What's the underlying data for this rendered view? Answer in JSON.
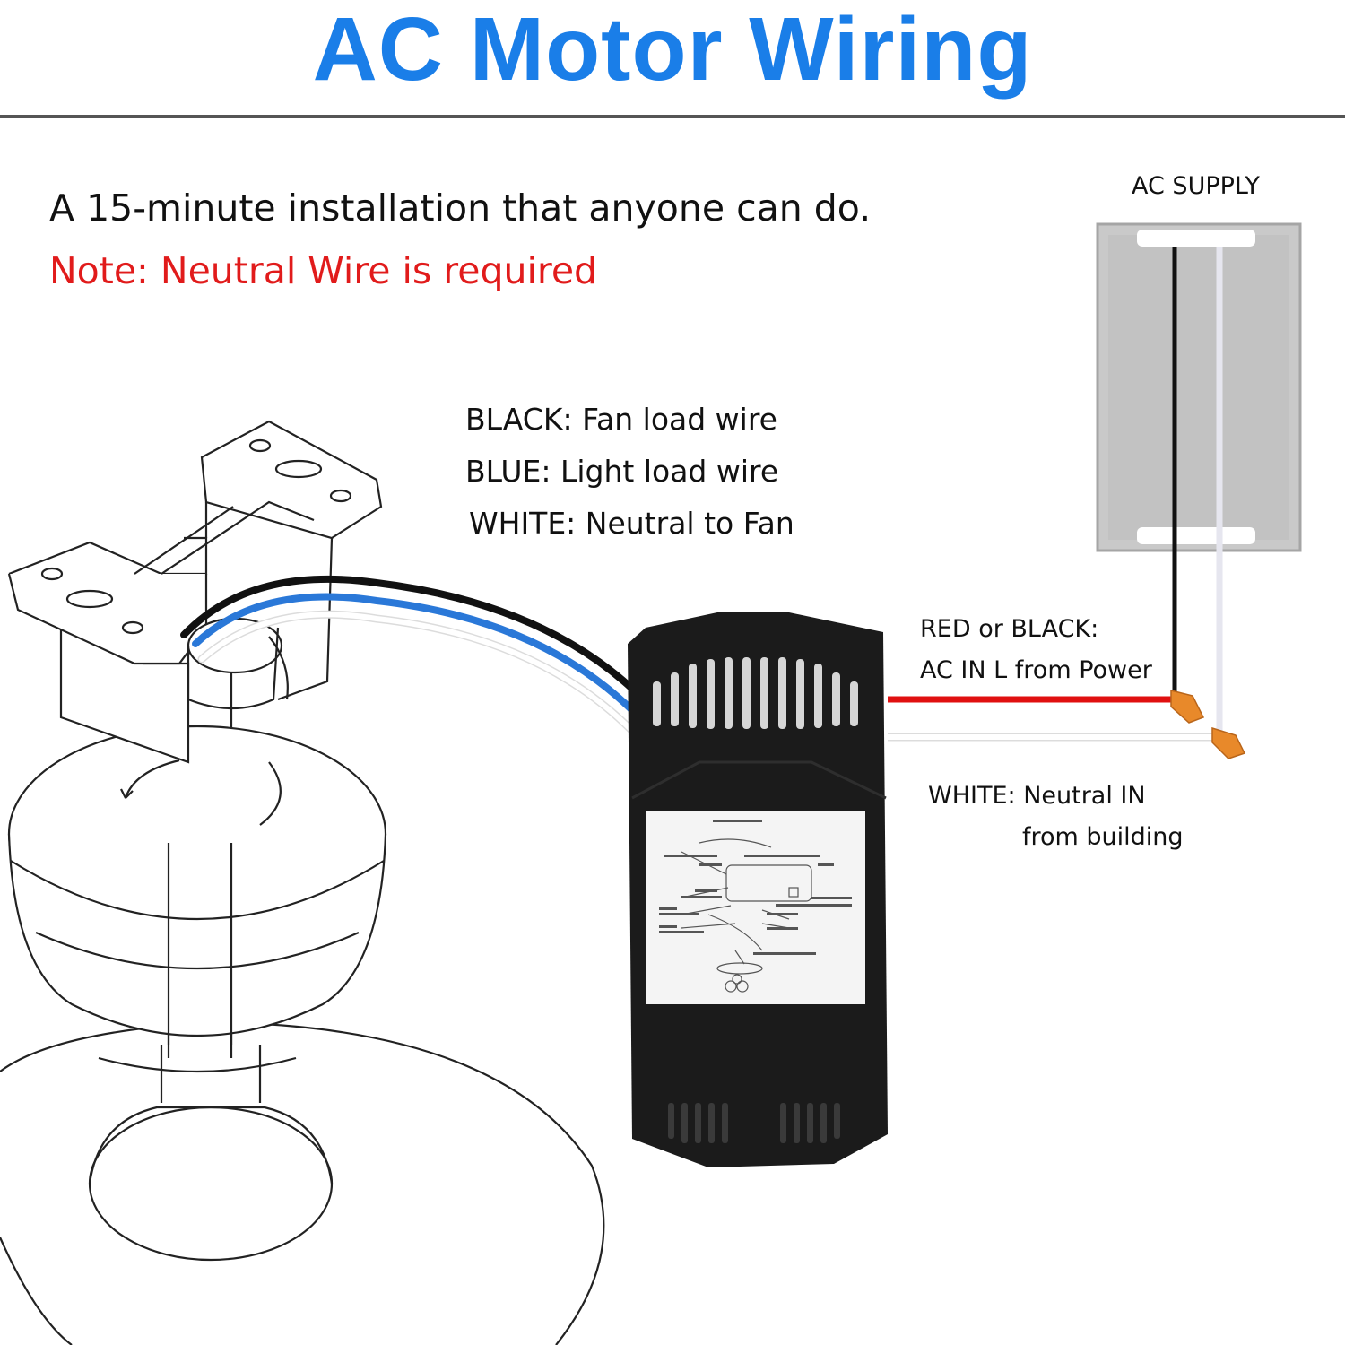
{
  "title": "AC Motor Wiring",
  "intro": "A 15-minute installation that anyone can do.",
  "note": "Note: Neutral Wire is required",
  "supply_label": "AC SUPPLY",
  "legend": [
    "BLACK: Fan load wire",
    "BLUE: Light load wire",
    "WHITE: Neutral to Fan"
  ],
  "input_live": {
    "line1": "RED or BLACK:",
    "line2": "AC IN L from Power"
  },
  "input_neutral": {
    "line1": "WHITE: Neutral IN",
    "line2": "from building"
  },
  "colors": {
    "title": "#1a7ee8",
    "note": "#e11b1b",
    "wire_black": "#111111",
    "wire_blue": "#2a78d8",
    "wire_white": "#f2f2f2",
    "wire_red": "#e01010",
    "wire_connector": "#e8892a",
    "receiver_body": "#1b1b1b",
    "supply_box": "#c9c9c9"
  }
}
